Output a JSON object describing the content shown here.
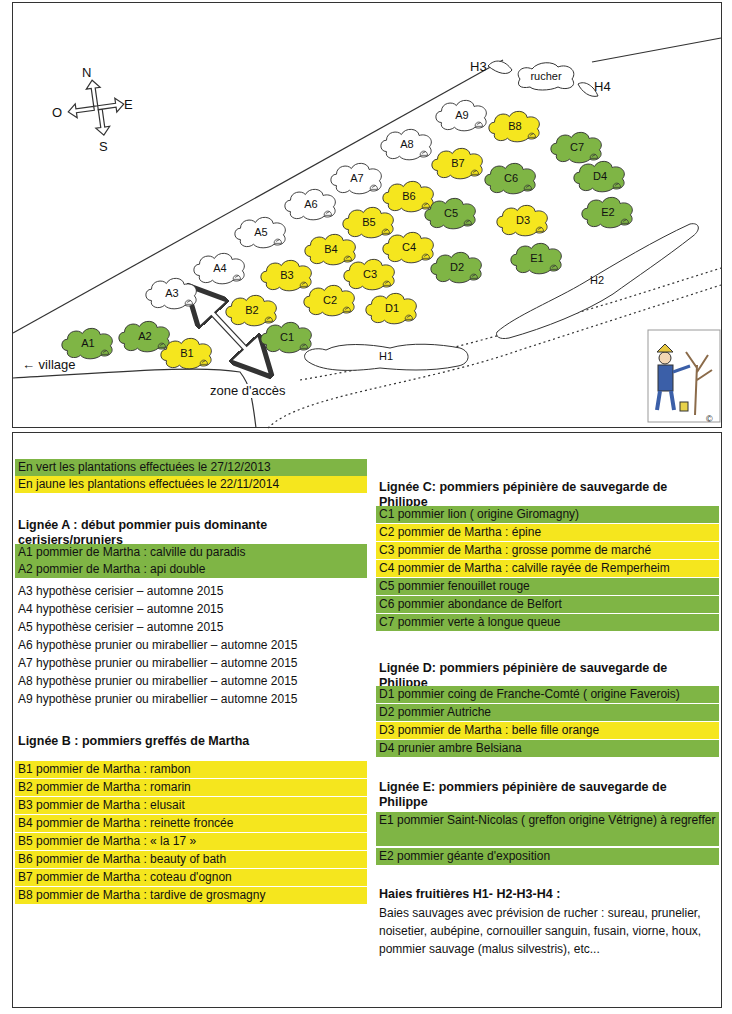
{
  "diagram": {
    "nodes": [
      {
        "text": [
          "A1"
        ]
      },
      {
        "text": [
          "A2"
        ]
      },
      {
        "text": [
          "A3"
        ]
      },
      {
        "text": [
          "A4"
        ]
      },
      {
        "text": [
          "A5"
        ]
      },
      {
        "text": [
          "A6"
        ]
      },
      {
        "text": [
          "A7"
        ]
      },
      {
        "text": [
          "A8"
        ]
      },
      {
        "text": [
          "A9"
        ]
      },
      {
        "text": [
          "B1"
        ]
      },
      {
        "text": [
          "B2"
        ]
      },
      {
        "text": [
          "B3"
        ]
      },
      {
        "text": [
          "B4"
        ]
      },
      {
        "text": [
          "B5"
        ]
      },
      {
        "text": [
          "B6"
        ]
      },
      {
        "text": [
          "B7"
        ]
      },
      {
        "text": [
          "B8"
        ]
      },
      {
        "text": [
          "C1"
        ]
      },
      {
        "text": [
          "C2"
        ]
      },
      {
        "text": [
          "C3"
        ]
      },
      {
        "text": [
          "C4"
        ]
      },
      {
        "text": [
          "C5"
        ]
      },
      {
        "text": [
          "C6"
        ]
      },
      {
        "text": [
          "C7"
        ]
      },
      {
        "text": [
          "D1"
        ]
      },
      {
        "text": [
          "D2"
        ]
      },
      {
        "text": [
          "D3"
        ]
      },
      {
        "text": [
          "D4"
        ]
      },
      {
        "text": [
          "E1"
        ]
      },
      {
        "text": [
          "E2"
        ]
      },
      {
        "text": [
          "H1"
        ]
      },
      {
        "text": [
          "H2"
        ]
      },
      {
        "text": [
          "rucher"
        ]
      }
    ],
    "labels": [
      "N",
      "O",
      "E",
      "S",
      "← village",
      "zone d'accès",
      "H3",
      "H4",
      "©",
      "Lignée A : début pommier puis dominante cerisiers/pruniers",
      "A1 pommier de Martha : calville du paradis",
      "A2 pommier de Martha : api double",
      "A3 hypothèse cerisier – automne 2015",
      "A4 hypothèse cerisier – automne 2015",
      "A5 hypothèse cerisier – automne 2015",
      "A6 hypothèse prunier ou mirabellier – automne 2015",
      "A7 hypothèse prunier ou mirabellier – automne 2015",
      "A8 hypothèse prunier ou mirabellier – automne 2015",
      "A9 hypothèse prunier ou mirabellier – automne 2015",
      "Lignée B : pommiers greffés de Martha",
      "B1 pommier de Martha : rambon",
      "B2 pommier de Martha : romarin",
      "B3 pommier de Martha : elusait",
      "B4 pommier de Martha : reinette froncée",
      "B5 pommier de Martha : « la 17 »",
      "B6 pommier de Martha : beauty of bath",
      "B7 pommier de Martha : coteau d'ognon",
      "B8 pommier de Martha : tardive de grosmagny",
      "Lignée C: pommiers pépinière de sauvegarde de Philippe",
      "C1 pommier lion ( origine Giromagny)",
      "C2 pommier de Martha : épine",
      "C3 pommier de Martha : grosse pomme de marché",
      "C4 pommier de Martha : calville rayée de Remperheim",
      "C5 pommier fenouillet rouge",
      "C6 pommier abondance de Belfort",
      "C7 pommier verte à longue queue",
      "Lignée D: pommiers pépinière de sauvegarde de Philippe",
      "D1 pommier coing de Franche-Comté ( origine Faverois)",
      "D2 pommier Autriche",
      "D3 pommier de Martha : belle fille orange",
      "D4 prunier ambre Belsiana",
      "Lignée E: pommiers pépinière de sauvegarde de Philippe",
      "E1 pommier Saint-Nicolas ( greffon origine Vétrigne) à regreffer",
      "E2 pommier géante d'exposition",
      "Haies fruitières H1- H2-H3-H4 :",
      "Baies sauvages avec prévision de rucher : sureau, prunelier, noisetier, aubépine, cornouiller sanguin, fusain, viorne, houx, pommier sauvage (malus silvestris), etc..."
    ],
    "legend": [
      {
        "text": "En vert les plantations effectuées le 27/12/2013",
        "color": "#7fb545"
      },
      {
        "text": "En jaune les plantations effectuées le 22/11/2014",
        "color": "#f5e61e"
      }
    ]
  }
}
